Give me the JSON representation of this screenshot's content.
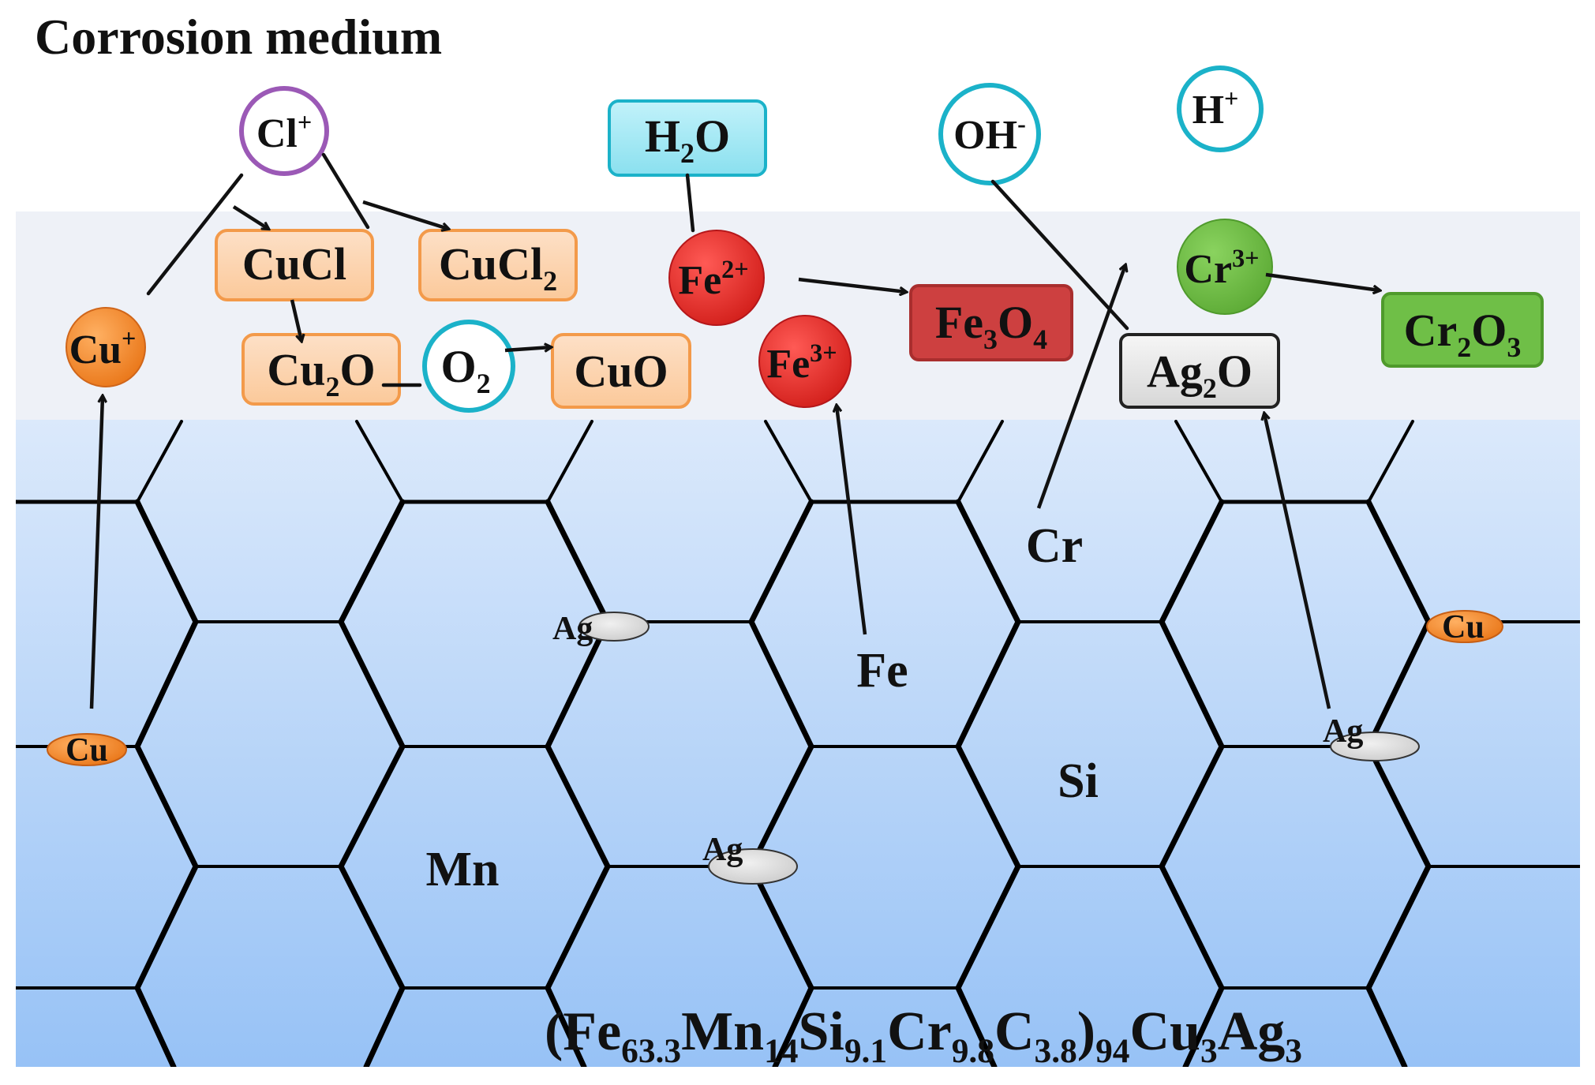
{
  "title": "Corrosion medium",
  "colors": {
    "surface_layer": "#eef1f7",
    "bulk_top": "#dbe9fb",
    "bulk_bottom": "#97c2f6",
    "orange_fill": "#fcd3b0",
    "orange_stroke": "#f39a4a",
    "cyan_fill": "#9ee6f3",
    "cyan_stroke": "#1bb2c9",
    "red": "#e53935",
    "dark_red": "#cd4040",
    "green": "#6fbf47",
    "gray_fill": "#e6e6e6",
    "purple": "#9b59b6"
  },
  "species": {
    "cl_ion": {
      "base": "Cl",
      "sup": "+"
    },
    "h2o": {
      "a": "H",
      "sub": "2",
      "b": "O"
    },
    "oh_ion": {
      "base": "OH",
      "sup": "-"
    },
    "h_ion": {
      "base": "H",
      "sup": "+"
    },
    "cucl": "CuCl",
    "cucl2": {
      "a": "CuCl",
      "sub": "2"
    },
    "cu_ion": {
      "base": "Cu",
      "sup": "+"
    },
    "cu2o": {
      "a": "Cu",
      "sub": "2",
      "b": "O"
    },
    "o2": {
      "a": "O",
      "sub": "2"
    },
    "cuo": "CuO",
    "fe2_ion": {
      "base": "Fe",
      "sup": "2+"
    },
    "fe3_ion": {
      "base": "Fe",
      "sup": "3+"
    },
    "fe3o4": {
      "a": "Fe",
      "sub1": "3",
      "b": "O",
      "sub2": "4"
    },
    "cr3_ion": {
      "base": "Cr",
      "sup": "3+"
    },
    "cr2o3": {
      "a": "Cr",
      "sub1": "2",
      "b": "O",
      "sub2": "3"
    },
    "ag2o": {
      "a": "Ag",
      "sub": "2",
      "b": "O"
    }
  },
  "lattice_elements": {
    "cr": "Cr",
    "fe": "Fe",
    "si": "Si",
    "mn": "Mn"
  },
  "atoms": {
    "ag": "Ag",
    "cu": "Cu"
  },
  "alloy_formula": {
    "p0": "(Fe",
    "s0": "63.3",
    "p1": "Mn",
    "s1": "14",
    "p2": "Si",
    "s2": "9.1",
    "p3": "Cr",
    "s3": "9.8",
    "p4": "C",
    "s4": "3.8",
    "p5": ")",
    "s5": "94",
    "p6": "Cu",
    "s6": "3",
    "p7": "Ag",
    "s7": "3"
  }
}
